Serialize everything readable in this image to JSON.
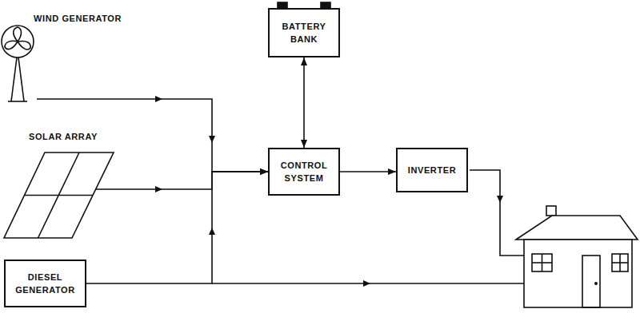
{
  "diagram": {
    "nodes": [
      {
        "text": [
          "WIND GENERATOR"
        ]
      },
      {
        "text": [
          "BATTERY BANK"
        ]
      },
      {
        "text": [
          "SOLAR ARRAY"
        ]
      },
      {
        "text": [
          "CONTROL SYSTEM"
        ]
      },
      {
        "text": [
          "INVERTER"
        ]
      },
      {
        "text": [
          "DIESEL GENERATOR"
        ]
      }
    ],
    "edges": [
      {
        "from": 0,
        "to": 3,
        "arrow": "to"
      },
      {
        "from": 2,
        "to": 3,
        "arrow": "to"
      },
      {
        "from": 5,
        "to": 3,
        "arrow": "to"
      },
      {
        "from": 1,
        "to": 3,
        "arrow": "both"
      },
      {
        "from": 3,
        "to": 4,
        "arrow": "to"
      }
    ]
  }
}
